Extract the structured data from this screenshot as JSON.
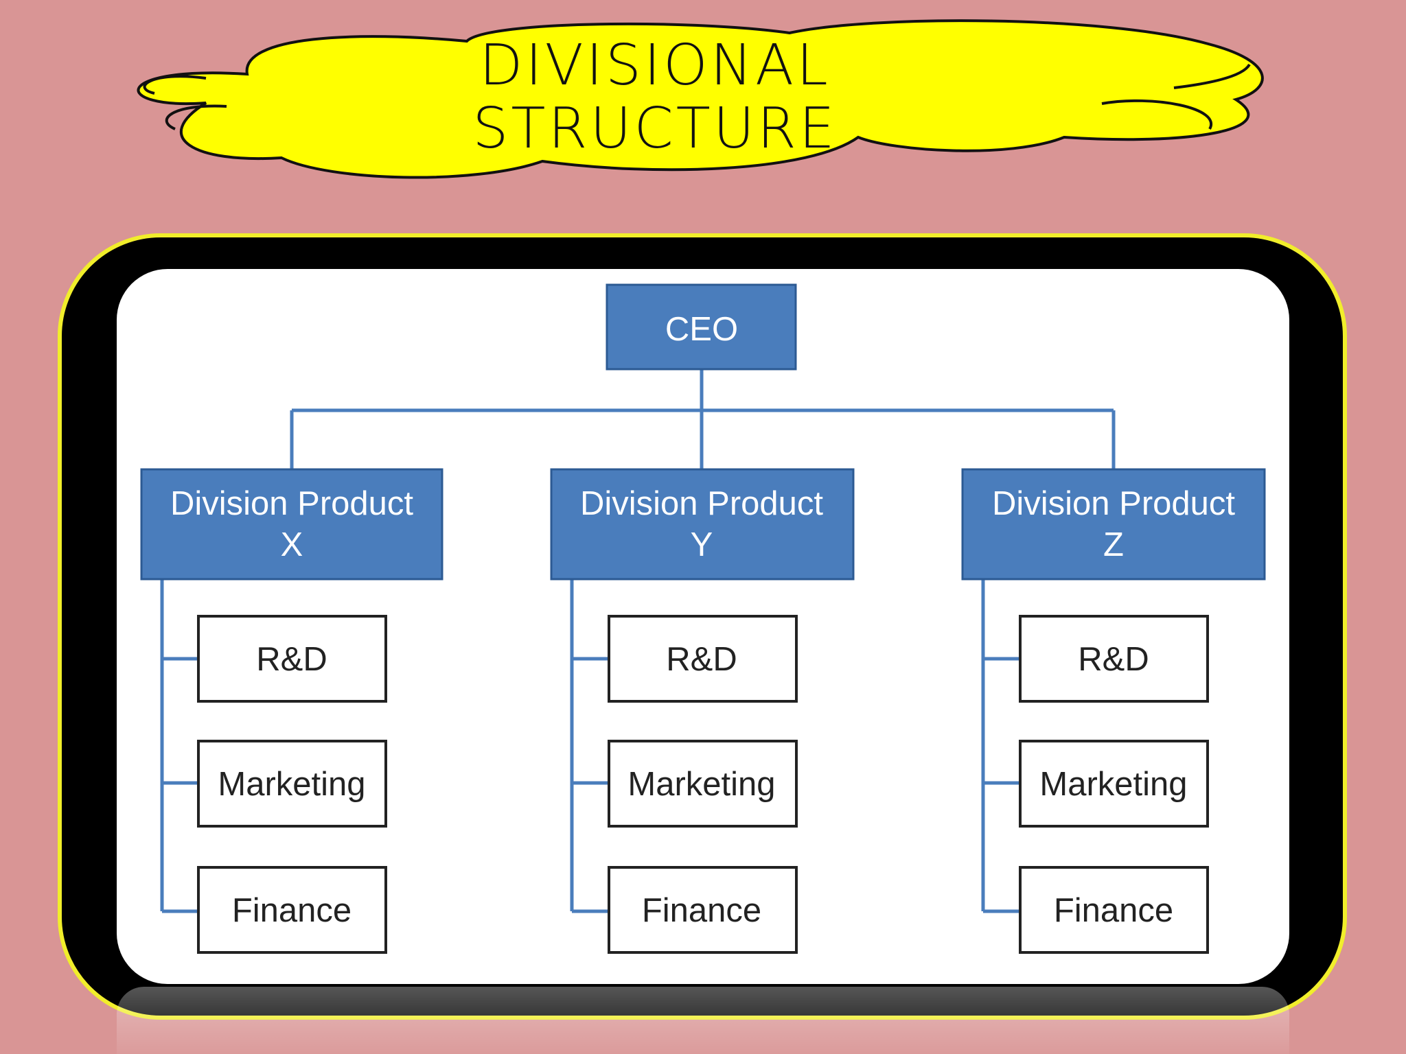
{
  "title": "DIVISIONAL\nSTRUCTURE",
  "colors": {
    "background": "#d99595",
    "cloud_fill": "#ffff00",
    "frame_border": "#f1ee2b",
    "node_fill": "#4a7dbc",
    "node_border": "#2c5a93",
    "node_text": "#ffffff",
    "connector": "#4a7dbc"
  },
  "org_chart": {
    "ceo": "CEO",
    "divisions": [
      {
        "name": "Division Product",
        "suffix": "X",
        "departments": [
          "R&D",
          "Marketing",
          "Finance"
        ]
      },
      {
        "name": "Division Product",
        "suffix": "Y",
        "departments": [
          "R&D",
          "Marketing",
          "Finance"
        ]
      },
      {
        "name": "Division Product",
        "suffix": "Z",
        "departments": [
          "R&D",
          "Marketing",
          "Finance"
        ]
      }
    ]
  }
}
